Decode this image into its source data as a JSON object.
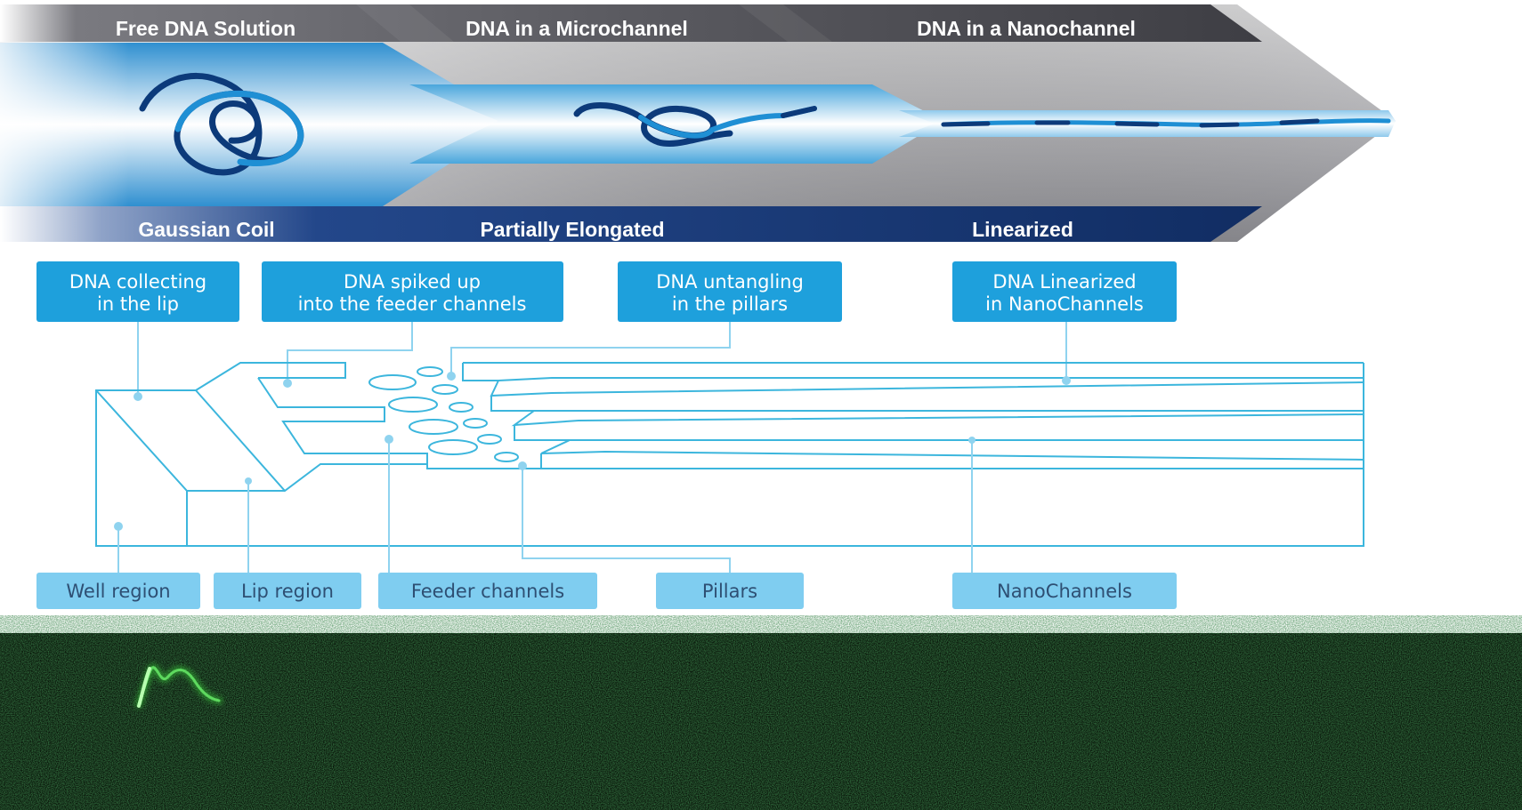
{
  "stages": [
    {
      "title": "Free DNA Solution",
      "state": "Gaussian Coil"
    },
    {
      "title": "DNA in a Microchannel",
      "state": "Partially Elongated"
    },
    {
      "title": "DNA in a Nanochannel",
      "state": "Linearized"
    }
  ],
  "callouts_top": [
    {
      "lines": [
        "DNA collecting",
        "in the lip"
      ]
    },
    {
      "lines": [
        "DNA spiked up",
        "into the feeder channels"
      ]
    },
    {
      "lines": [
        "DNA untangling",
        "in the pillars"
      ]
    },
    {
      "lines": [
        "DNA Linearized",
        "in NanoChannels"
      ]
    }
  ],
  "callouts_bottom": [
    {
      "label": "Well region"
    },
    {
      "label": "Lip region"
    },
    {
      "label": "Feeder channels"
    },
    {
      "label": "Pillars"
    },
    {
      "label": "NanoChannels"
    }
  ],
  "colors": {
    "header_dark": "#4a4a4e",
    "footer_navy": "#1d3f78",
    "dna_navy": "#0c3a7a",
    "dna_blue": "#1f8fd4",
    "callout_box": "#1ea0dc",
    "label_box": "#7fcdf0",
    "chip_line": "#3cb6dd",
    "fluorescence": "#3cdc3c"
  }
}
